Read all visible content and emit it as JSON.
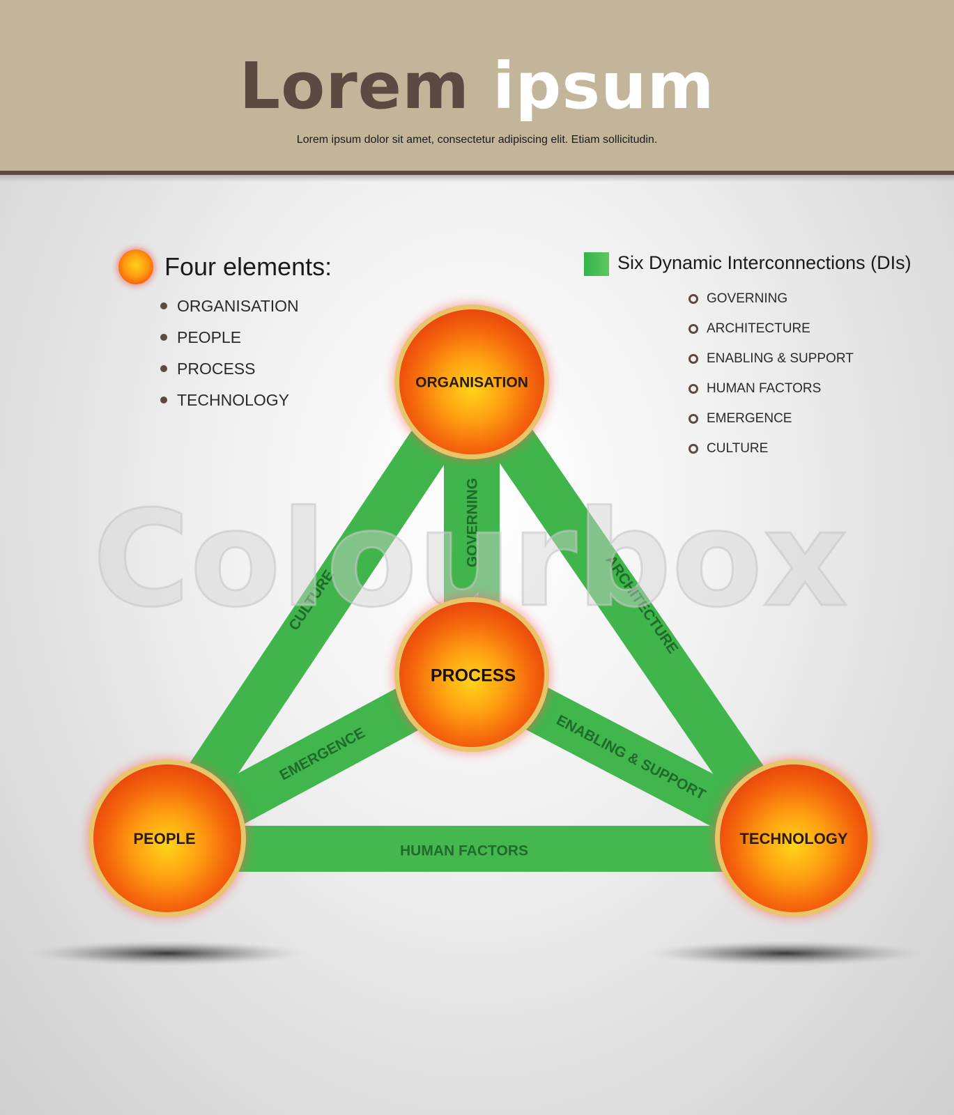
{
  "header": {
    "title_part1": "Lorem",
    "title_part2": "ipsum",
    "subtitle": "Lorem ipsum dolor sit amet, consectetur adipiscing elit. Etiam sollicitudin."
  },
  "elements_legend": {
    "heading": "Four elements:",
    "items": [
      "ORGANISATION",
      "PEOPLE",
      "PROCESS",
      "TECHNOLOGY"
    ]
  },
  "interconnections_legend": {
    "heading": "Six Dynamic Interconnections (DIs)",
    "items": [
      "GOVERNING",
      "ARCHITECTURE",
      "ENABLING & SUPPORT",
      "HUMAN FACTORS",
      "EMERGENCE",
      "CULTURE"
    ]
  },
  "nodes": {
    "organisation": "ORGANISATION",
    "process": "PROCESS",
    "people": "PEOPLE",
    "technology": "TECHNOLOGY"
  },
  "connections": {
    "governing": "GOVERNING",
    "architecture": "ARCHITECTURE",
    "enabling_support": "ENABLING & SUPPORT",
    "human_factors": "HUMAN FACTORS",
    "emergence": "EMERGENCE",
    "culture": "CULTURE"
  },
  "watermark": "Colourbox",
  "colors": {
    "header_bg": "#c3b599",
    "header_accent": "#5b4a42",
    "connector_green": "#3cb34a",
    "connector_text": "#1e6b2a",
    "node_orange": "#f25a0b",
    "node_yellow": "#ffd21a",
    "node_rim": "#e8c46a"
  }
}
